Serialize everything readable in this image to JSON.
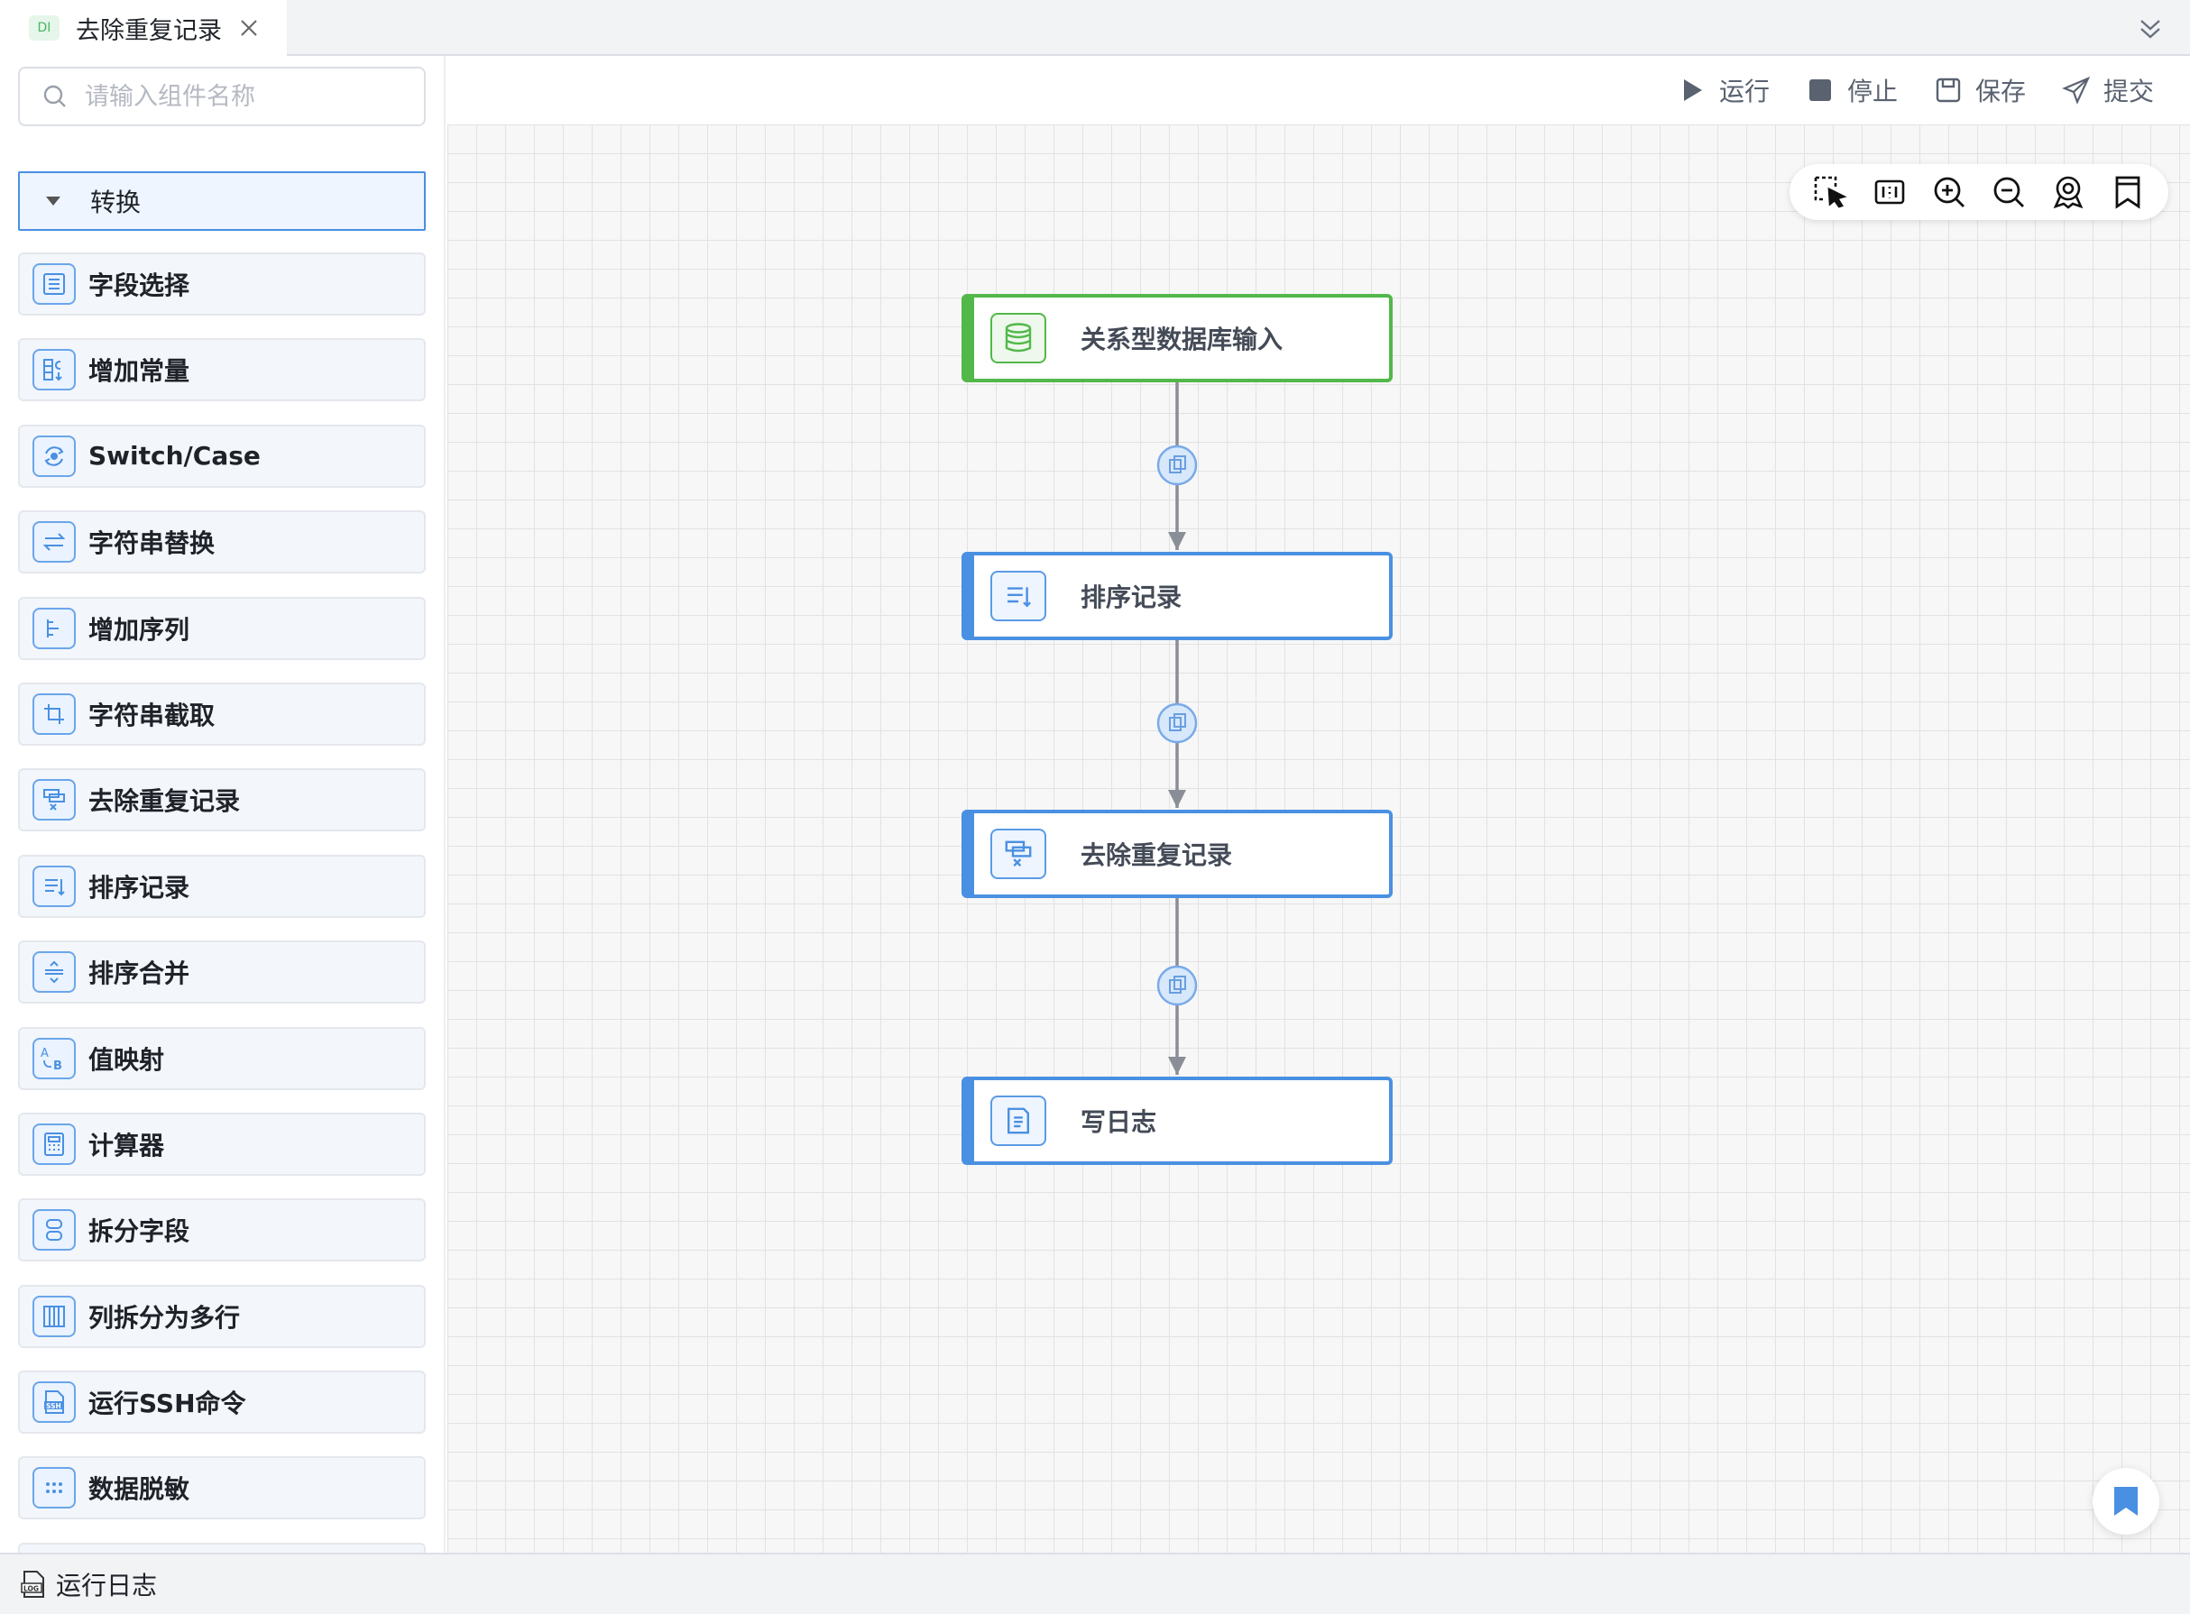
{
  "tab": {
    "badge": "DI",
    "title": "去除重复记录"
  },
  "search": {
    "placeholder": "请输入组件名称"
  },
  "group": {
    "label": "转换"
  },
  "components": [
    {
      "label": "字段选择",
      "icon": "field-select-icon"
    },
    {
      "label": "增加常量",
      "icon": "add-constant-icon"
    },
    {
      "label": "Switch/Case",
      "icon": "switch-case-icon"
    },
    {
      "label": "字符串替换",
      "icon": "string-replace-icon"
    },
    {
      "label": "增加序列",
      "icon": "add-sequence-icon"
    },
    {
      "label": "字符串截取",
      "icon": "string-cut-icon"
    },
    {
      "label": "去除重复记录",
      "icon": "dedupe-icon"
    },
    {
      "label": "排序记录",
      "icon": "sort-icon"
    },
    {
      "label": "排序合并",
      "icon": "sort-merge-icon"
    },
    {
      "label": "值映射",
      "icon": "value-mapping-icon"
    },
    {
      "label": "计算器",
      "icon": "calculator-icon"
    },
    {
      "label": "拆分字段",
      "icon": "split-field-icon"
    },
    {
      "label": "列拆分为多行",
      "icon": "split-rows-icon"
    },
    {
      "label": "运行SSH命令",
      "icon": "ssh-icon"
    },
    {
      "label": "数据脱敏",
      "icon": "masking-icon"
    }
  ],
  "toolbar": {
    "run": "运行",
    "stop": "停止",
    "save": "保存",
    "submit": "提交"
  },
  "nodes": [
    {
      "label": "关系型数据库输入",
      "icon": "database-icon",
      "color": "#52b84a"
    },
    {
      "label": "排序记录",
      "icon": "sort-icon",
      "color": "#4a90e2"
    },
    {
      "label": "去除重复记录",
      "icon": "dedupe-icon",
      "color": "#4a90e2"
    },
    {
      "label": "写日志",
      "icon": "write-log-icon",
      "color": "#4a90e2"
    }
  ],
  "bottombar": {
    "label": "运行日志"
  },
  "colors": {
    "accent": "#4a90e2",
    "start_node": "#52b84a",
    "canvas_bg": "#f7f7f7"
  }
}
